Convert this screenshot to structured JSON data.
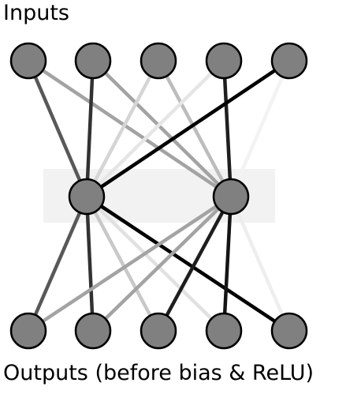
{
  "labels": {
    "inputs": "Inputs",
    "outputs": "Outputs (before bias & ReLU)"
  },
  "colors": {
    "node_fill": "#808080",
    "node_stroke": "#000000",
    "hidden_band": "#f2f2f2",
    "background": "#ffffff"
  },
  "layers": {
    "inputs": 5,
    "hidden": 2,
    "outputs": 5
  },
  "edges_input_to_hidden": [
    {
      "from": 0,
      "to": 0,
      "weight": 0.65
    },
    {
      "from": 0,
      "to": 1,
      "weight": 0.35
    },
    {
      "from": 1,
      "to": 0,
      "weight": 0.8
    },
    {
      "from": 1,
      "to": 1,
      "weight": 0.35
    },
    {
      "from": 2,
      "to": 0,
      "weight": 0.15
    },
    {
      "from": 2,
      "to": 1,
      "weight": 0.25
    },
    {
      "from": 3,
      "to": 0,
      "weight": 0.08
    },
    {
      "from": 3,
      "to": 1,
      "weight": 0.88
    },
    {
      "from": 4,
      "to": 0,
      "weight": 1.0
    },
    {
      "from": 4,
      "to": 1,
      "weight": 0.03
    }
  ],
  "edges_hidden_to_output": [
    {
      "from": 0,
      "to": 0,
      "weight": 0.65
    },
    {
      "from": 0,
      "to": 1,
      "weight": 0.8
    },
    {
      "from": 0,
      "to": 2,
      "weight": 0.2
    },
    {
      "from": 0,
      "to": 3,
      "weight": 0.1
    },
    {
      "from": 0,
      "to": 4,
      "weight": 1.0
    },
    {
      "from": 1,
      "to": 0,
      "weight": 0.35
    },
    {
      "from": 1,
      "to": 1,
      "weight": 0.35
    },
    {
      "from": 1,
      "to": 2,
      "weight": 0.88
    },
    {
      "from": 1,
      "to": 3,
      "weight": 0.92
    },
    {
      "from": 1,
      "to": 4,
      "weight": 0.05
    }
  ]
}
